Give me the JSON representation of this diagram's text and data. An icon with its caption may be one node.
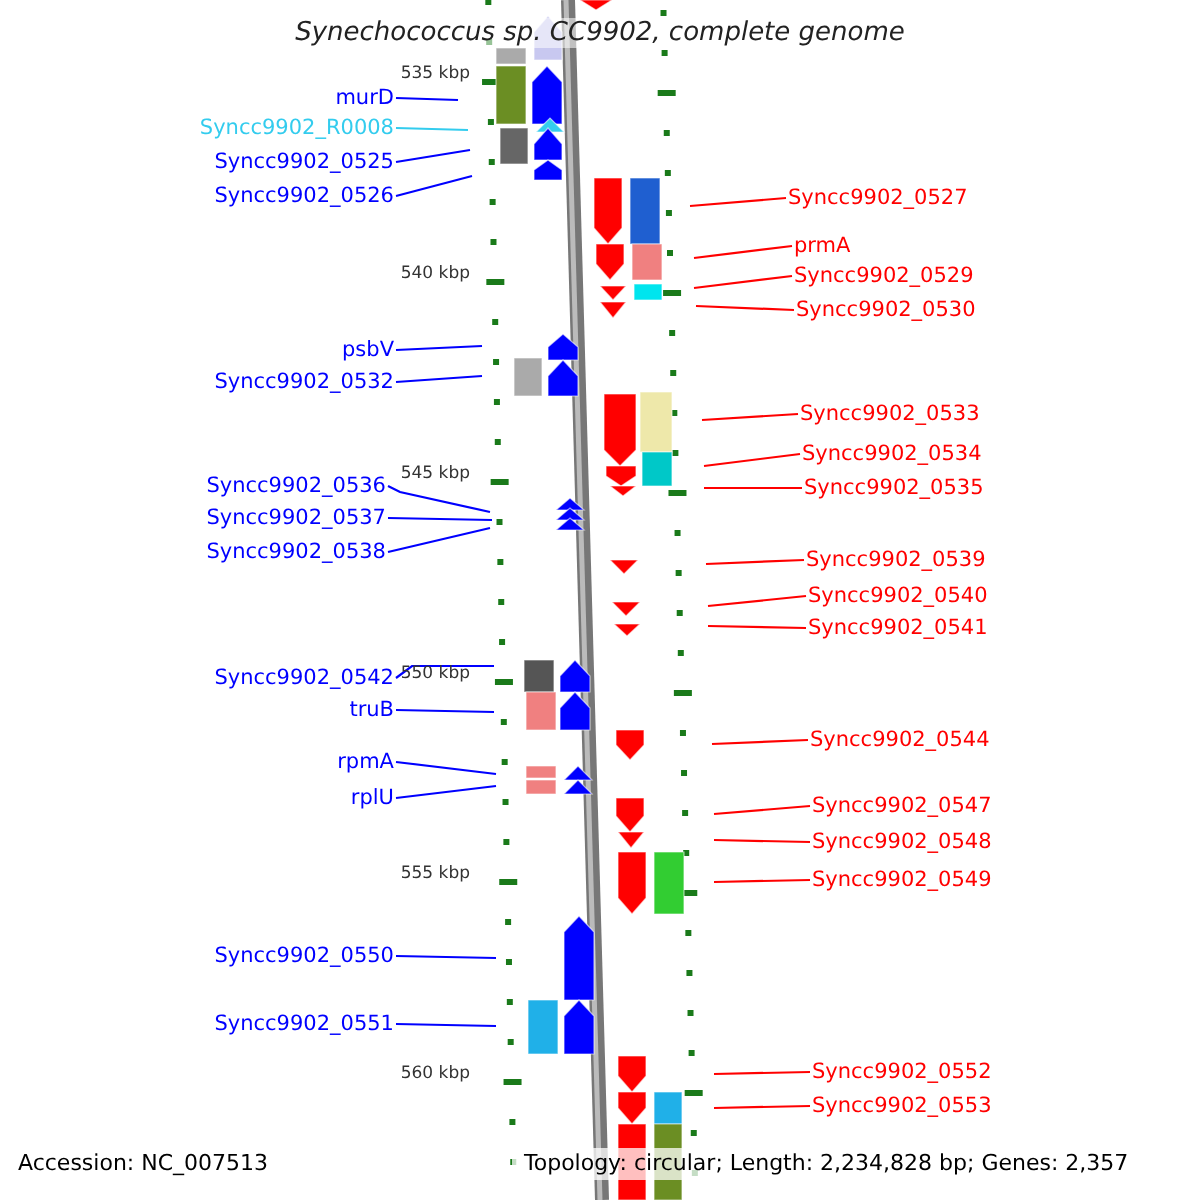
{
  "diagram": {
    "title": "Synechococcus sp. CC9902, complete genome",
    "nodes": [
      {
        "text": [
          "murD"
        ]
      },
      {
        "text": [
          "Syncc9902_R0008"
        ]
      },
      {
        "text": [
          "Syncc9902_0525"
        ]
      },
      {
        "text": [
          "Syncc9902_0526"
        ]
      },
      {
        "text": [
          "psbV"
        ]
      },
      {
        "text": [
          "Syncc9902_0532"
        ]
      },
      {
        "text": [
          "Syncc9902_0536"
        ]
      },
      {
        "text": [
          "Syncc9902_0537"
        ]
      },
      {
        "text": [
          "Syncc9902_0538"
        ]
      },
      {
        "text": [
          "Syncc9902_0542"
        ]
      },
      {
        "text": [
          "truB"
        ]
      },
      {
        "text": [
          "rpmA"
        ]
      },
      {
        "text": [
          "rplU"
        ]
      },
      {
        "text": [
          "Syncc9902_0550"
        ]
      },
      {
        "text": [
          "Syncc9902_0551"
        ]
      },
      {
        "text": [
          "Syncc9902_0527"
        ]
      },
      {
        "text": [
          "prmA"
        ]
      },
      {
        "text": [
          "Syncc9902_0529"
        ]
      },
      {
        "text": [
          "Syncc9902_0530"
        ]
      },
      {
        "text": [
          "Syncc9902_0533"
        ]
      },
      {
        "text": [
          "Syncc9902_0534"
        ]
      },
      {
        "text": [
          "Syncc9902_0535"
        ]
      },
      {
        "text": [
          "Syncc9902_0539"
        ]
      },
      {
        "text": [
          "Syncc9902_0540"
        ]
      },
      {
        "text": [
          "Syncc9902_0541"
        ]
      },
      {
        "text": [
          "Syncc9902_0544"
        ]
      },
      {
        "text": [
          "Syncc9902_0547"
        ]
      },
      {
        "text": [
          "Syncc9902_0548"
        ]
      },
      {
        "text": [
          "Syncc9902_0549"
        ]
      },
      {
        "text": [
          "Syncc9902_0552"
        ]
      },
      {
        "text": [
          "Syncc9902_0553"
        ]
      }
    ],
    "edges": [
      {
        "from": 0,
        "to": null,
        "arrow": "none",
        "color": "#0000ff"
      },
      {
        "from": 1,
        "to": null,
        "arrow": "none",
        "color": "#33ccee"
      },
      {
        "from": 2,
        "to": null,
        "arrow": "none",
        "color": "#0000ff"
      },
      {
        "from": 3,
        "to": null,
        "arrow": "none",
        "color": "#0000ff"
      },
      {
        "from": 4,
        "to": null,
        "arrow": "none",
        "color": "#0000ff"
      },
      {
        "from": 5,
        "to": null,
        "arrow": "none",
        "color": "#0000ff"
      },
      {
        "from": 6,
        "to": null,
        "arrow": "none",
        "color": "#0000ff"
      },
      {
        "from": 7,
        "to": null,
        "arrow": "none",
        "color": "#0000ff"
      },
      {
        "from": 8,
        "to": null,
        "arrow": "none",
        "color": "#0000ff"
      },
      {
        "from": 9,
        "to": null,
        "arrow": "none",
        "color": "#0000ff"
      },
      {
        "from": 10,
        "to": null,
        "arrow": "none",
        "color": "#0000ff"
      },
      {
        "from": 11,
        "to": null,
        "arrow": "none",
        "color": "#0000ff"
      },
      {
        "from": 12,
        "to": null,
        "arrow": "none",
        "color": "#0000ff"
      },
      {
        "from": 13,
        "to": null,
        "arrow": "none",
        "color": "#0000ff"
      },
      {
        "from": 14,
        "to": null,
        "arrow": "none",
        "color": "#0000ff"
      },
      {
        "from": 15,
        "to": null,
        "arrow": "none"
      },
      {
        "from": 16,
        "to": null,
        "arrow": "none"
      },
      {
        "from": 17,
        "to": null,
        "arrow": "none"
      },
      {
        "from": 18,
        "to": null,
        "arrow": "none"
      },
      {
        "from": 19,
        "to": null,
        "arrow": "none"
      },
      {
        "from": 20,
        "to": null,
        "arrow": "none"
      },
      {
        "from": 21,
        "to": null,
        "arrow": "none"
      },
      {
        "from": 22,
        "to": null,
        "arrow": "none"
      },
      {
        "from": 23,
        "to": null,
        "arrow": "none"
      },
      {
        "from": 24,
        "to": null,
        "arrow": "none"
      },
      {
        "from": 25,
        "to": null,
        "arrow": "none"
      },
      {
        "from": 26,
        "to": null,
        "arrow": "none"
      },
      {
        "from": 27,
        "to": null,
        "arrow": "none"
      },
      {
        "from": 28,
        "to": null,
        "arrow": "none"
      },
      {
        "from": 29,
        "to": null,
        "arrow": "none"
      },
      {
        "from": 30,
        "to": null,
        "arrow": "none"
      }
    ],
    "labels": [
      "535 kbp",
      "540 kbp",
      "545 kbp",
      "550 kbp",
      "555 kbp",
      "560 kbp",
      "Accession: NC_007513",
      "Topology: circular; Length: 2,234,828 bp; Genes: 2,357"
    ]
  }
}
